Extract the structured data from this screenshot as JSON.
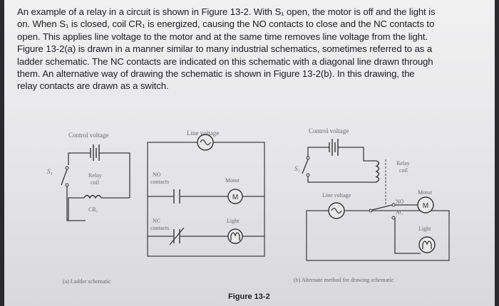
{
  "paragraph": [
    "An example of a relay in a circuit is shown in Figure 13-2. With S₁ open, the motor is off and the light is",
    "on.  When S₁ is closed, coil CR₁ is energized, causing the NO contacts to close and the NC contacts to",
    "open.  This applies line voltage to the motor and at the same time removes line voltage from the light.",
    "Figure 13-2(a) is drawn in a manner similar to many industrial schematics, sometimes referred to as a",
    "ladder schematic.  The NC contacts are indicated on this schematic with a diagonal line drawn through",
    "them.  An alternative way of drawing the schematic is shown in Figure 13-2(b).  In this drawing, the",
    "relay contacts are drawn as a switch."
  ],
  "figure": {
    "caption": "Figure 13-2",
    "a": {
      "control_voltage": "Control voltage",
      "line_voltage": "Line voltage",
      "switch": "S₁",
      "relay_coil": [
        "Relay",
        "coil"
      ],
      "coil_name": "CR₁",
      "no_contacts": [
        "NO",
        "contacts"
      ],
      "nc_contacts": [
        "NC",
        "contacts"
      ],
      "motor": "Motor",
      "motor_symbol": "M",
      "light": "Light",
      "subcaption": "(a) Ladder schematic"
    },
    "b": {
      "control_voltage": "Control voltage",
      "line_voltage": "Line voltage",
      "switch": "S₁",
      "relay_coil": [
        "Relay",
        "coil"
      ],
      "no": "NO",
      "nc": "NC",
      "motor": "Motor",
      "motor_symbol": "M",
      "light": "Light",
      "subcaption": "(b) Alternate method for drawing schematic"
    }
  }
}
